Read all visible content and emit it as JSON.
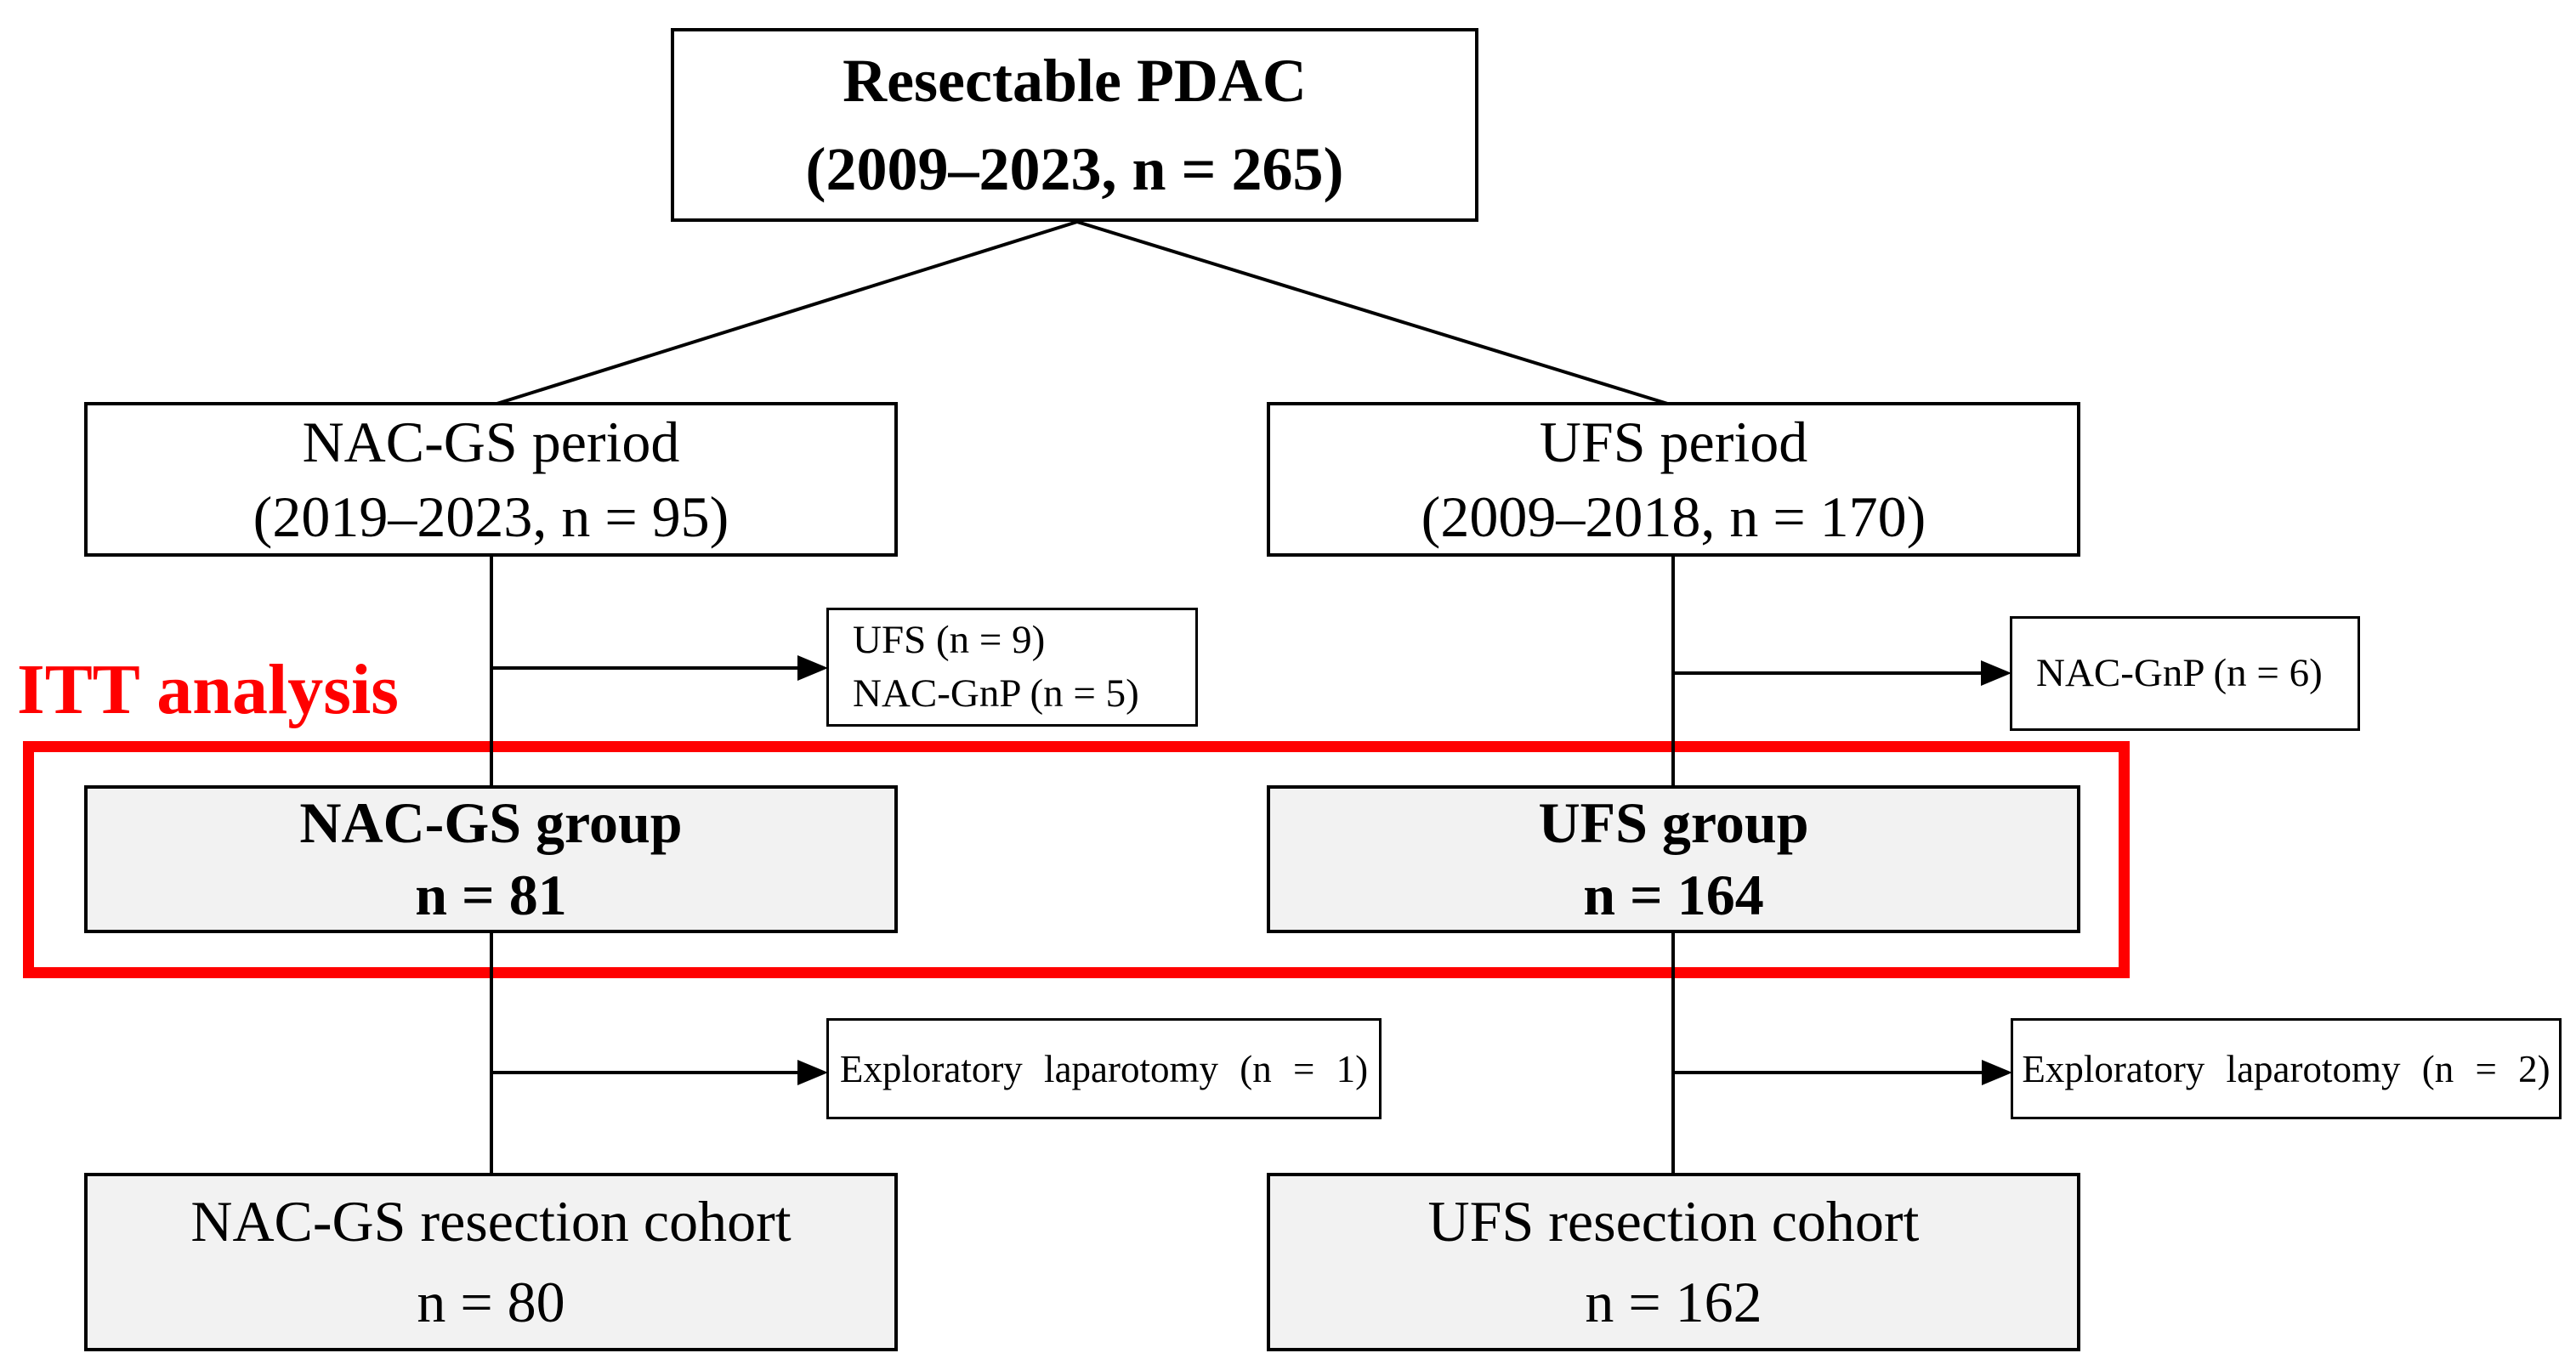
{
  "flow": {
    "root_box": {
      "line1": "Resectable PDAC",
      "line2": "(2009–2023, n = 265)"
    },
    "nac_branch": {
      "period_box": {
        "line1": "NAC-GS period",
        "line2": "(2019–2023, n = 95)"
      },
      "exclusion_box": {
        "line1": "UFS (n = 9)",
        "line2": "NAC-GnP (n = 5)"
      },
      "group_box": {
        "line1": "NAC-GS group",
        "line2": "n = 81"
      },
      "laparotomy_box": {
        "text": "Exploratory laparotomy (n = 1)"
      },
      "resection_box": {
        "line1": "NAC-GS resection cohort",
        "line2": "n = 80"
      }
    },
    "ufs_branch": {
      "period_box": {
        "line1": "UFS period",
        "line2": "(2009–2018, n = 170)"
      },
      "exclusion_box": {
        "line1": "NAC-GnP (n = 6)"
      },
      "group_box": {
        "line1": "UFS group",
        "line2": "n = 164"
      },
      "laparotomy_box": {
        "text": "Exploratory laparotomy (n = 2)"
      },
      "resection_box": {
        "line1": "UFS resection cohort",
        "line2": "n = 162"
      }
    },
    "itt_label": "ITT analysis",
    "colors": {
      "highlight": "#FF0000",
      "gray_fill": "#F2F2F2",
      "line": "#000000",
      "white_fill": "#FFFFFF"
    }
  }
}
